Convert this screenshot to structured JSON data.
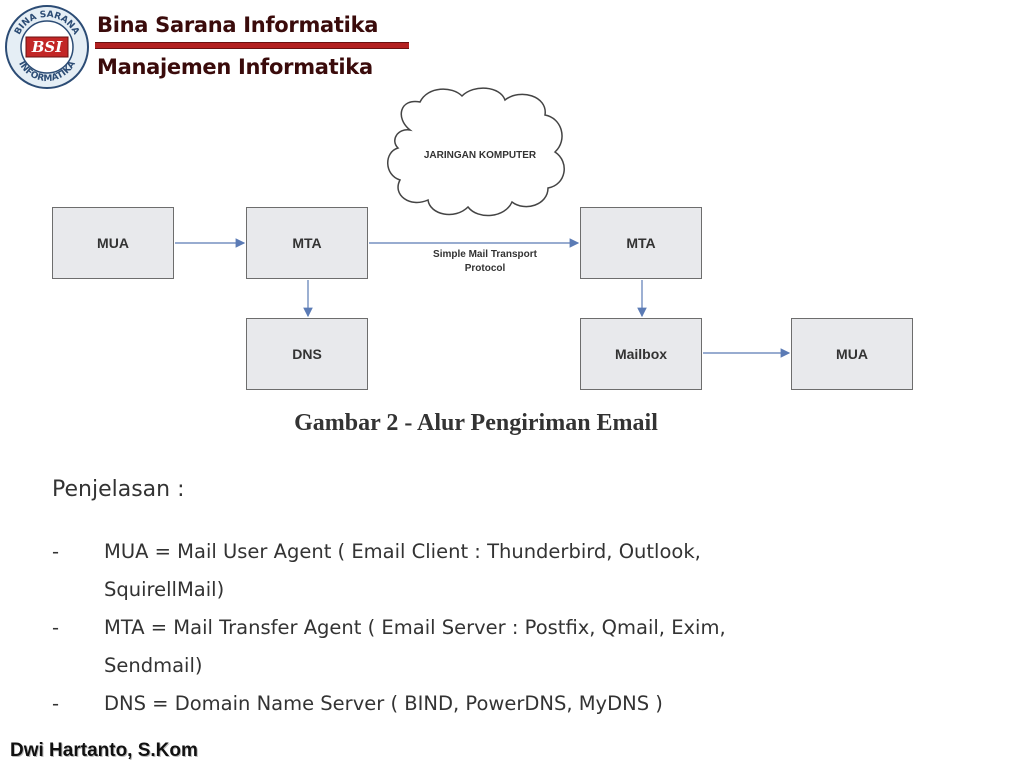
{
  "header": {
    "institution": "Bina Sarana Informatika",
    "department": "Manajemen Informatika",
    "logo": {
      "ring_top": "BINA SARANA",
      "ring_bottom": "INFORMATIKA",
      "center": "BSI"
    }
  },
  "diagram": {
    "cloud_label": "JARINGAN KOMPUTER",
    "smtp_label_line1": "Simple Mail Transport",
    "smtp_label_line2": "Protocol",
    "boxes": {
      "mua_sender": "MUA",
      "mta_sender": "MTA",
      "dns": "DNS",
      "mta_receiver": "MTA",
      "mailbox": "Mailbox",
      "mua_receiver": "MUA"
    },
    "caption": "Gambar 2 - Alur Pengiriman Email"
  },
  "content": {
    "heading": "Penjelasan :",
    "bullets": [
      {
        "dash": "-",
        "line1": "MUA = Mail User Agent ( Email Client : Thunderbird, Outlook,",
        "line2": "SquirellMail)"
      },
      {
        "dash": "-",
        "line1": "MTA = Mail Transfer Agent ( Email Server : Postfix, Qmail, Exim,",
        "line2": "Sendmail)"
      },
      {
        "dash": "-",
        "line1": "DNS = Domain Name Server ( BIND, PowerDNS, MyDNS )"
      }
    ]
  },
  "footer": {
    "author": "Dwi Hartanto, S.Kom"
  },
  "colors": {
    "brand_red": "#b32020",
    "box_fill": "#e8e9ec",
    "arrow": "#5b7bb5"
  }
}
